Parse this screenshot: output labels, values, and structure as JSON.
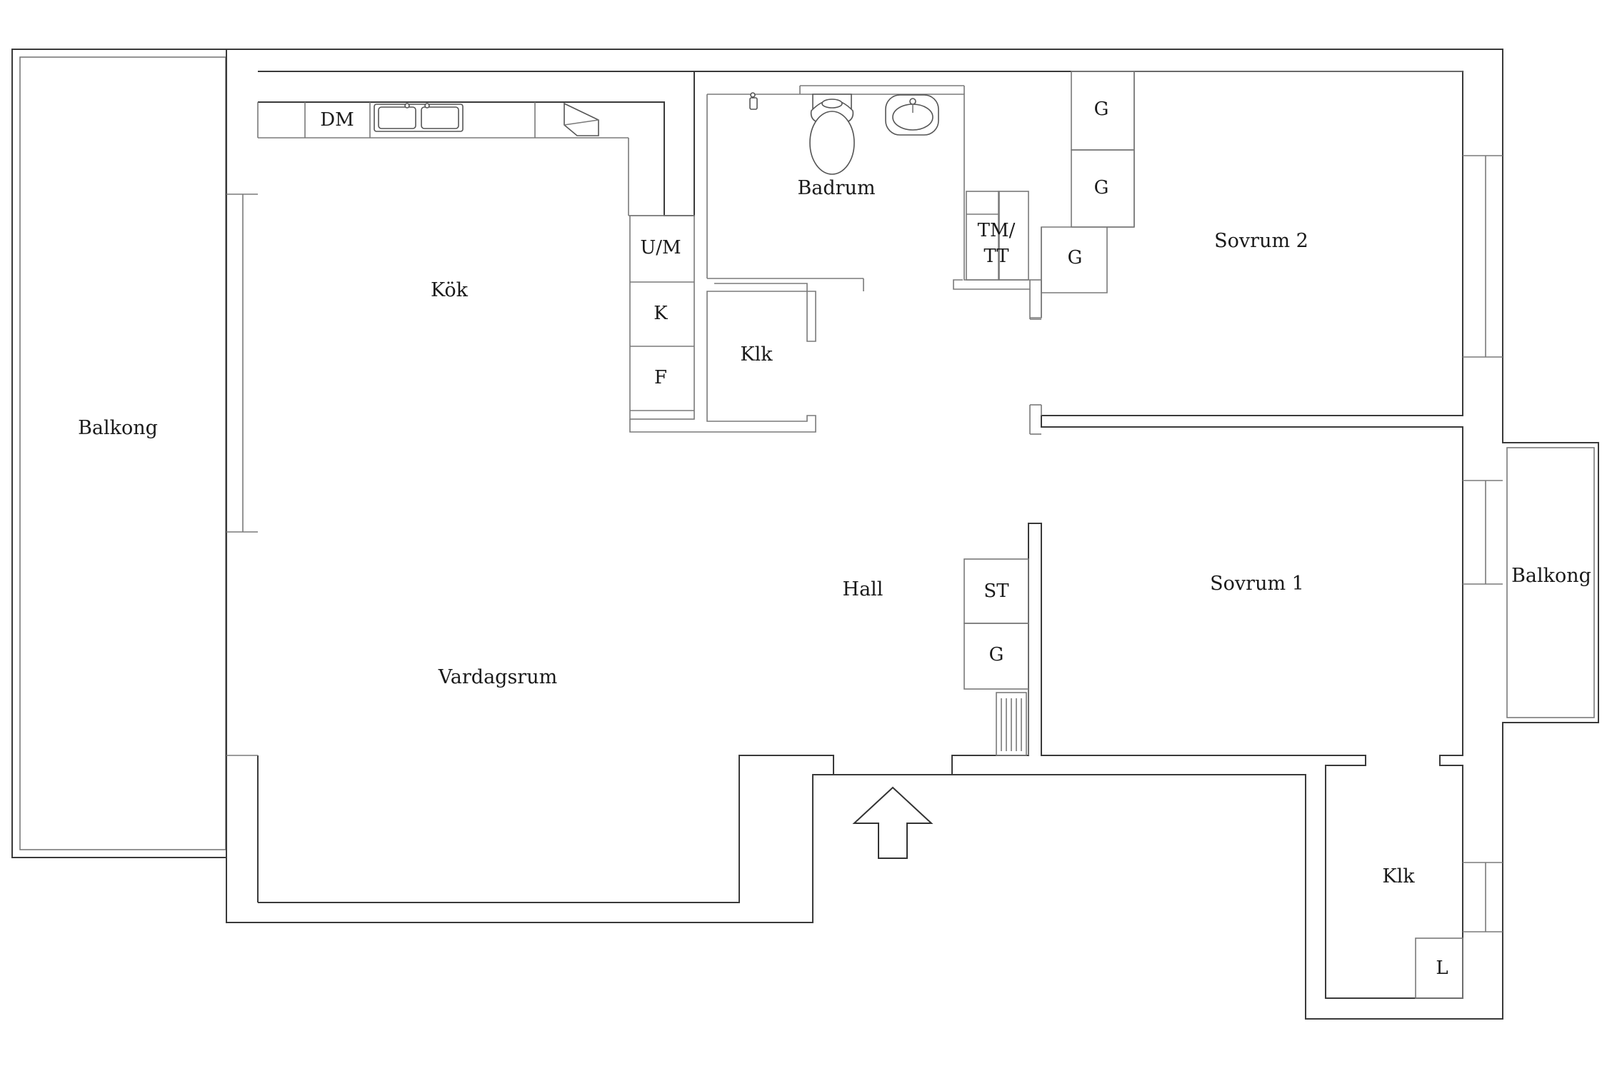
{
  "rooms": {
    "balkong_west": "Balkong",
    "kok": "Kök",
    "vardagsrum": "Vardagsrum",
    "badrum": "Badrum",
    "klk_hall": "Klk",
    "hall": "Hall",
    "sovrum2": "Sovrum 2",
    "sovrum1": "Sovrum 1",
    "balkong_east": "Balkong",
    "klk_sovrum": "Klk"
  },
  "fixtures": {
    "dm": "DM",
    "um": "U/M",
    "k": "K",
    "f": "F",
    "tm_line1": "TM/",
    "tm_line2": "TT",
    "g_wardrobe_1": "G",
    "g_wardrobe_2": "G",
    "g_wardrobe_3": "G",
    "st": "ST",
    "g_hall": "G",
    "l": "L"
  },
  "icons": {
    "entrance": "entrance-arrow-icon",
    "sink": "kitchen-sink-icon",
    "toilet": "toilet-icon",
    "washbasin": "washbasin-icon",
    "tap": "shower-tap-icon",
    "stove": "stove-icon",
    "radiator": "radiator-icon"
  }
}
